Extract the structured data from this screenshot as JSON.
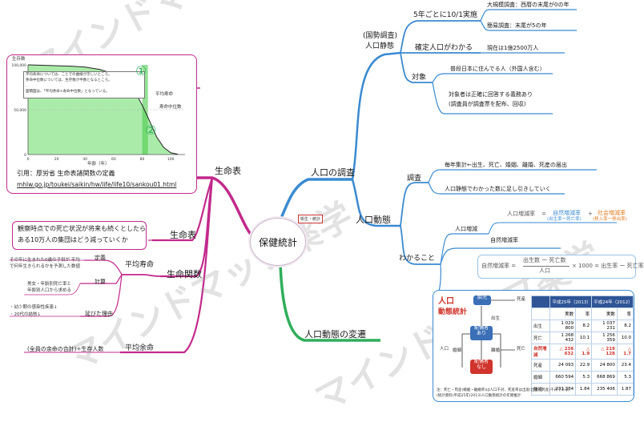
{
  "center": "保健統計",
  "center_tag": "衛生・統計",
  "right": {
    "main1": "人口の調査",
    "static_title_line1": "(国勢調査)",
    "static_title_line2": "人口静態",
    "every5": "5年ごとに10/1実施",
    "large_survey": "大規模調査：西暦の末尾が0の年",
    "simple_survey": "簡易調査：末尾が5の年",
    "confirm": "確定人口がわかる",
    "current_pop": "現在は1億2500万人",
    "target": "対象",
    "target_detail": "普段日本に住んでる人（外国人含む）",
    "duty1": "対象者は正確に回答する義務あり",
    "duty2": "(調査員が調査票を配布、回収)",
    "dynamic": "人口動態",
    "survey": "調査",
    "monthly": "毎年集計←出生、死亡、婚姻、離婚、死産の届出",
    "pull": "人口静態でわかった数に足し引きしていく",
    "know": "わかること",
    "increase": "人口増減",
    "formula_left": "人口増減率",
    "formula_natural": "自然増減率",
    "formula_natural_sub": "(出生率ー死亡率)",
    "formula_social": "社会増減率",
    "formula_social_sub": "(移入率ー移出率)",
    "natural_rate": "自然増減率",
    "formula2_left": "自然増減率 =",
    "formula2_num": "出生数 ー 死亡数",
    "formula2_den": "人口",
    "formula2_right": "× 1000 = 出生率 ー 死亡率",
    "main2": "人口動態の変遷"
  },
  "left": {
    "lifetable": "生命表",
    "lifetable2": "生命表",
    "lifefunc": "生命関数",
    "note1": "観察時点での死亡状況が将来も続くとしたら",
    "note2": "ある10万人の集団はどう減っていくか",
    "avg_life": "平均寿命",
    "def": "定義",
    "def_note1": "その年に生まれた0歳の子供が 平均",
    "def_note2": "で何年生きられるかを予測した数値",
    "calc": "計算",
    "calc_note1": "男女・年齢別死亡率と",
    "calc_note2": "年齢別人口から求める",
    "reason": "延びた理由",
    "reason1": "・幼少期の感染性疾患↓",
    "reason2": "・20代の結核↓",
    "avg_remaining": "平均余命",
    "remaining_note": "(全員の余命の合計)÷生存人数",
    "citation": "引用：厚労省 生命表諸関数の定義",
    "url": "mhlw.go.jp/toukei/saikin/hw/life/life10/sankou01.html"
  },
  "chart": {
    "ylabel": "生存数",
    "xlabel": "年齢（年）",
    "yticks": [
      "100,000",
      "50,000",
      "0"
    ],
    "xticks": [
      "0",
      "20",
      "40",
      "60",
      "80",
      "100"
    ],
    "note_lines": [
      "平均寿命については、ことでの曲線が示しいところ。",
      "余命中位数については、生存数が半数となるところ。",
      "‥",
      "面積図は、「平均余命×寿命中位数」となっている。"
    ],
    "label_avg": "平均寿命",
    "label_median": "寿命中位数",
    "mark1": "①",
    "mark2": "②"
  },
  "chart_data": {
    "type": "area",
    "title": "",
    "xlabel": "年齢（年）",
    "ylabel": "生存数",
    "x": [
      0,
      10,
      20,
      30,
      40,
      50,
      60,
      70,
      75,
      80,
      85,
      90,
      95,
      100,
      105
    ],
    "values": [
      100000,
      99500,
      99000,
      98500,
      97500,
      95000,
      90000,
      80000,
      70000,
      55000,
      38000,
      20000,
      8000,
      2000,
      300
    ],
    "xlim": [
      0,
      110
    ],
    "ylim": [
      0,
      100000
    ],
    "highlight_x": [
      80,
      84
    ]
  },
  "flow": {
    "title1": "人口",
    "title2": "動態統計",
    "birth": "死産",
    "infant": "胎児",
    "born": "出生",
    "married": "配偶者\nあり",
    "single": "配偶者\nなし",
    "marriage": "婚姻",
    "divorce": "離婚",
    "death": "死亡",
    "population": "人口"
  },
  "table": {
    "headers": [
      "",
      "平成25年（2013）",
      "",
      "平成24年（2012）",
      ""
    ],
    "subheaders": [
      "",
      "実数",
      "率",
      "実数",
      "率"
    ],
    "rows": [
      [
        "出生",
        "1 029 800",
        "8.2",
        "1 037 231",
        "8.2"
      ],
      [
        "死亡",
        "1 268 432",
        "10.1",
        "1 256 359",
        "10.0"
      ],
      [
        "自然増減",
        "△ 238 632",
        "△ 1.9",
        "△ 219 128",
        "△ 1.7"
      ],
      [
        "死産",
        "24 093",
        "22.9",
        "24 800",
        "23.4"
      ],
      [
        "婚姻",
        "660 594",
        "5.3",
        "668 869",
        "5.3"
      ],
      [
        "離婚",
        "231 384",
        "1.84",
        "235 406",
        "1.87"
      ]
    ],
    "footnote1": "注：死亡・死産(婚姻・離婚率)は人口千対、死産率は出産(出生＋死産)千対である。",
    "footnote2": "(統計資料)平成25年(2013)人口動態統計の年間推計"
  },
  "watermark": "マインドマップ薬学"
}
